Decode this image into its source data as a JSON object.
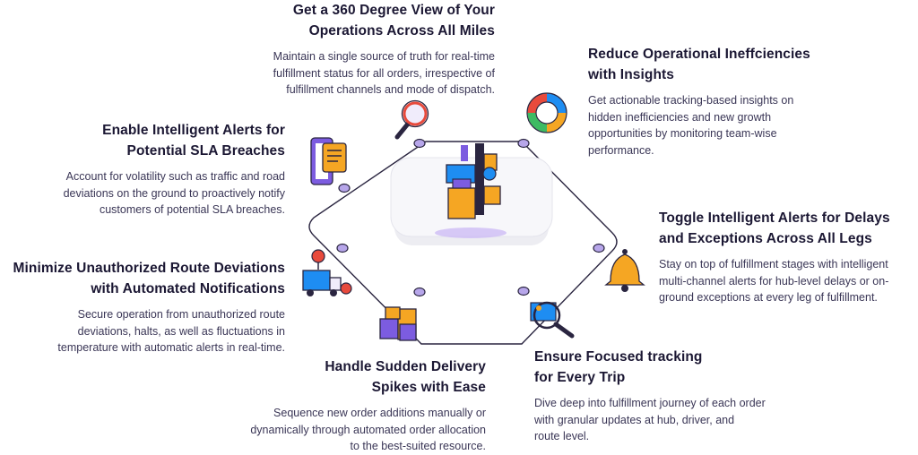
{
  "features": {
    "view360": {
      "title": [
        "Get a 360 Degree View of Your",
        "Operations Across All Miles"
      ],
      "desc": [
        "Maintain a single source of truth for real-time",
        "fulfillment status for all orders, irrespective of",
        "fulfillment channels and mode of dispatch."
      ]
    },
    "inefficiencies": {
      "title": [
        "Reduce Operational Ineffciencies",
        "with Insights"
      ],
      "desc": [
        "Get actionable tracking-based insights on",
        "hidden inefficiencies and new growth",
        "opportunities by monitoring team-wise",
        "performance."
      ]
    },
    "sla_alerts": {
      "title": [
        "Enable Intelligent Alerts for",
        "Potential SLA Breaches"
      ],
      "desc": [
        "Account for volatility such as traffic and road",
        "deviations on the ground to proactively notify",
        "customers of potential SLA breaches."
      ]
    },
    "delay_alerts": {
      "title": [
        "Toggle Intelligent Alerts for Delays",
        "and Exceptions Across All Legs"
      ],
      "desc": [
        "Stay on top of fulfillment stages with intelligent",
        "multi-channel alerts for hub-level delays or on-",
        "ground exceptions at every leg of fulfillment."
      ]
    },
    "route_deviations": {
      "title": [
        "Minimize Unauthorized Route Deviations",
        "with Automated Notifications"
      ],
      "desc": [
        "Secure operation from unauthorized route",
        "deviations, halts, as well as fluctuations in",
        "temperature with automatic alerts in real-time."
      ]
    },
    "delivery_spikes": {
      "title": [
        "Handle Sudden Delivery",
        "Spikes with Ease"
      ],
      "desc": [
        "Sequence new order additions manually or",
        "dynamically through automated order allocation",
        "to the best-suited resource."
      ]
    },
    "focused_tracking": {
      "title": [
        "Ensure Focused tracking",
        "for Every Trip"
      ],
      "desc": [
        "Dive deep into fulfillment journey of each order",
        "with granular updates at hub, driver, and",
        "route level."
      ]
    }
  },
  "icons": {
    "view360": "magnifier-icon",
    "inefficiencies": "donut-chart-icon",
    "sla_alerts": "phone-alert-icon",
    "delay_alerts": "bell-icon",
    "route_deviations": "delivery-truck-icon",
    "delivery_spikes": "stacked-boxes-icon",
    "focused_tracking": "tracking-magnifier-icon",
    "center": "platform-blocks-icon"
  },
  "colors": {
    "heading": "#1b1733",
    "body": "#3a3656",
    "outline": "#2a2540",
    "node": "#b7a6ea",
    "accent_orange": "#f5a623",
    "accent_blue": "#1e8df2",
    "accent_red": "#e84a3c",
    "accent_green": "#3dbb63",
    "accent_purple": "#7c5ce0"
  }
}
